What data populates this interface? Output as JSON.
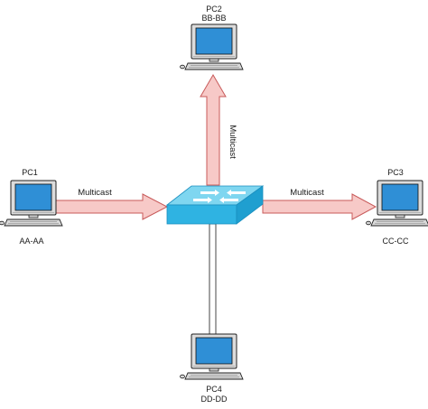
{
  "diagram": {
    "nodes": {
      "pc1": {
        "name": "PC1",
        "address": "AA-AA",
        "icon": "computer-icon"
      },
      "pc2": {
        "name": "PC2",
        "address": "BB-BB",
        "icon": "computer-icon"
      },
      "pc3": {
        "name": "PC3",
        "address": "CC-CC",
        "icon": "computer-icon"
      },
      "pc4": {
        "name": "PC4",
        "address": "DD-DD",
        "icon": "computer-icon"
      },
      "switch": {
        "icon": "network-switch-icon"
      }
    },
    "edges": {
      "pc1_to_switch": {
        "label": "Multicast"
      },
      "switch_to_pc2": {
        "label": "Multicast"
      },
      "switch_to_pc3": {
        "label": "Multicast"
      }
    },
    "colors": {
      "multicast_arrow_fill": "#f7c9c7",
      "multicast_arrow_stroke": "#c85a5a",
      "switch_top": "#7fd6f0",
      "switch_front": "#2fb3e2",
      "screen": "#2f8fd6"
    }
  }
}
